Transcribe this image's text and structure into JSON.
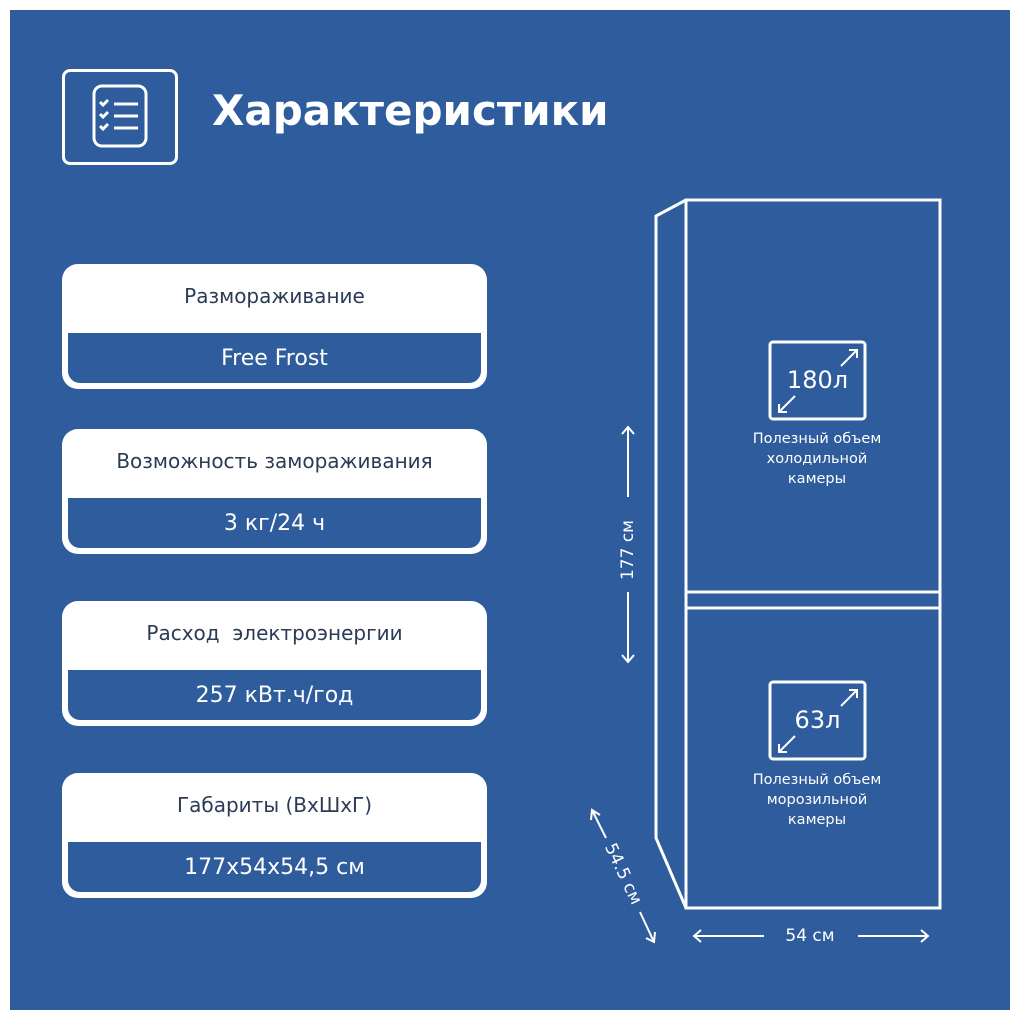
{
  "header": {
    "title": "Характеристики",
    "icon": "checklist-icon"
  },
  "specs": [
    {
      "label": "Размораживание",
      "value": "Free Frost"
    },
    {
      "label": "Возможность замораживания",
      "value": "3 кг/24 ч"
    },
    {
      "label": "Расход  электроэнергии",
      "value": "257 кВт.ч/год"
    },
    {
      "label": "Габариты (ВхШхГ)",
      "value": "177х54х54,5 см"
    }
  ],
  "fridge": {
    "fridge_volume": "180л",
    "fridge_caption": [
      "Полезный объем",
      "холодильной",
      "камеры"
    ],
    "freezer_volume": "63л",
    "freezer_caption": [
      "Полезный объем",
      "морозильной",
      "камеры"
    ],
    "height": "177 см",
    "width": "54 см",
    "depth": "54.5 см"
  }
}
